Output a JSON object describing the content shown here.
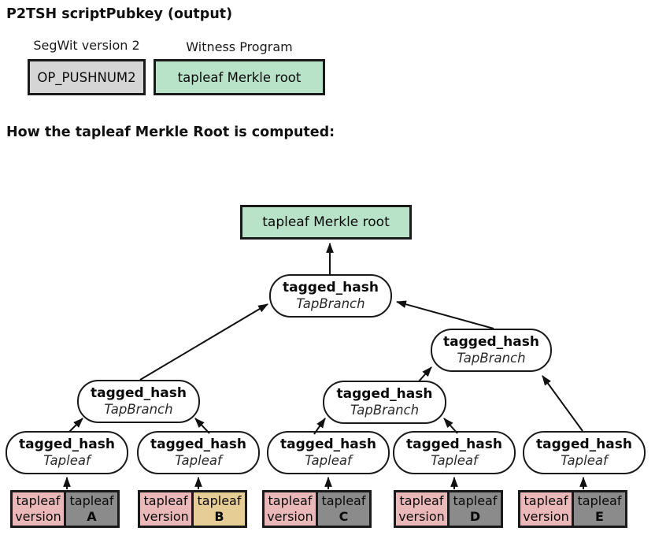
{
  "page": {
    "title": "P2TSH scriptPubkey (output)",
    "section_heading": "How the tapleaf Merkle Root is computed:"
  },
  "script_pubkey": {
    "fields": [
      {
        "label": "SegWit version 2",
        "value": "OP_PUSHNUM2"
      },
      {
        "label": "Witness Program",
        "value": "tapleaf Merkle root"
      }
    ]
  },
  "merkle_tree": {
    "root_output": "tapleaf Merkle root",
    "hash_function": "tagged_hash",
    "branch_tag": "TapBranch",
    "leaf_tag": "Tapleaf",
    "inputs": [
      {
        "version_top": "tapleaf",
        "version_bottom": "version",
        "leaf_top": "tapleaf",
        "leaf_id": "A",
        "highlight": false
      },
      {
        "version_top": "tapleaf",
        "version_bottom": "version",
        "leaf_top": "tapleaf",
        "leaf_id": "B",
        "highlight": true
      },
      {
        "version_top": "tapleaf",
        "version_bottom": "version",
        "leaf_top": "tapleaf",
        "leaf_id": "C",
        "highlight": false
      },
      {
        "version_top": "tapleaf",
        "version_bottom": "version",
        "leaf_top": "tapleaf",
        "leaf_id": "D",
        "highlight": false
      },
      {
        "version_top": "tapleaf",
        "version_bottom": "version",
        "leaf_top": "tapleaf",
        "leaf_id": "E",
        "highlight": false
      }
    ]
  },
  "colors": {
    "green": "#b9e3c9",
    "gray_light": "#d5d5d5",
    "pink": "#eab8b8",
    "gray_dark": "#8b8b8b",
    "tan": "#e6cc95",
    "border": "#1a1a1a"
  }
}
